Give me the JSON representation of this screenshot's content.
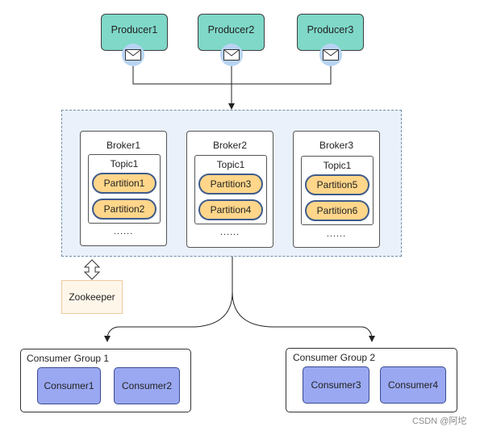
{
  "producers": [
    {
      "label": "Producer1"
    },
    {
      "label": "Producer2"
    },
    {
      "label": "Producer3"
    }
  ],
  "brokers": [
    {
      "label": "Broker1",
      "topic": "Topic1",
      "partitions": [
        "Partition1",
        "Partition2"
      ],
      "more": "......"
    },
    {
      "label": "Broker2",
      "topic": "Topic1",
      "partitions": [
        "Partition3",
        "Partition4"
      ],
      "more": "......"
    },
    {
      "label": "Broker3",
      "topic": "Topic1",
      "partitions": [
        "Partition5",
        "Partition6"
      ],
      "more": "......"
    }
  ],
  "zookeeper": {
    "label": "Zookeeper"
  },
  "consumer_groups": [
    {
      "label": "Consumer Group 1",
      "consumers": [
        "Consumer1",
        "Consumer2"
      ]
    },
    {
      "label": "Consumer Group 2",
      "consumers": [
        "Consumer3",
        "Consumer4"
      ]
    }
  ],
  "watermark": "CSDN @阿坨",
  "colors": {
    "producer": "#7fd8c8",
    "partition_fill": "#ffd68a",
    "partition_border": "#3f5b8a",
    "consumer": "#9aa8f2",
    "cluster_bg": "#eaf1fb",
    "zookeeper_bg": "#fff6ea"
  }
}
